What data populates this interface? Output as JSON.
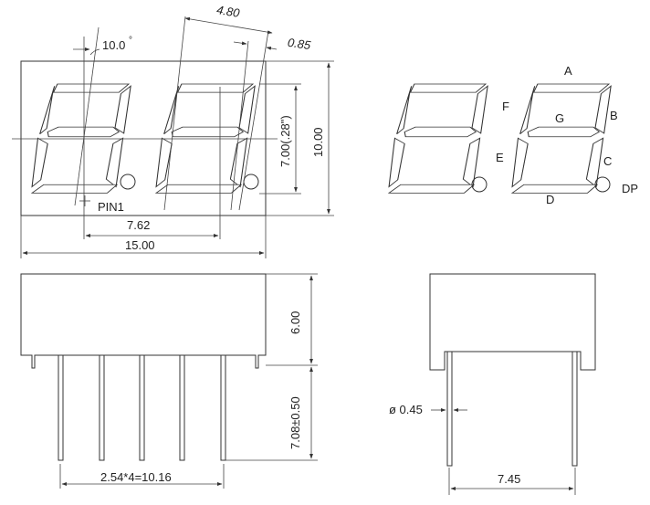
{
  "dims": {
    "angle": "10.0",
    "degree": "°",
    "digit_pitch": "4.80",
    "dp_offset": "0.85",
    "digit_height": "7.00(.28\")",
    "body_height": "10.00",
    "pin1": "PIN1",
    "pin_row_span": "7.62",
    "body_width": "15.00",
    "body_depth": "6.00",
    "pin_length": "7.08±0.50",
    "pin_diameter": "ø 0.45",
    "pin_pitch": "2.54*4=10.16",
    "side_width": "7.45"
  },
  "segments": {
    "A": "A",
    "B": "B",
    "C": "C",
    "D": "D",
    "E": "E",
    "F": "F",
    "G": "G",
    "DP": "DP"
  }
}
